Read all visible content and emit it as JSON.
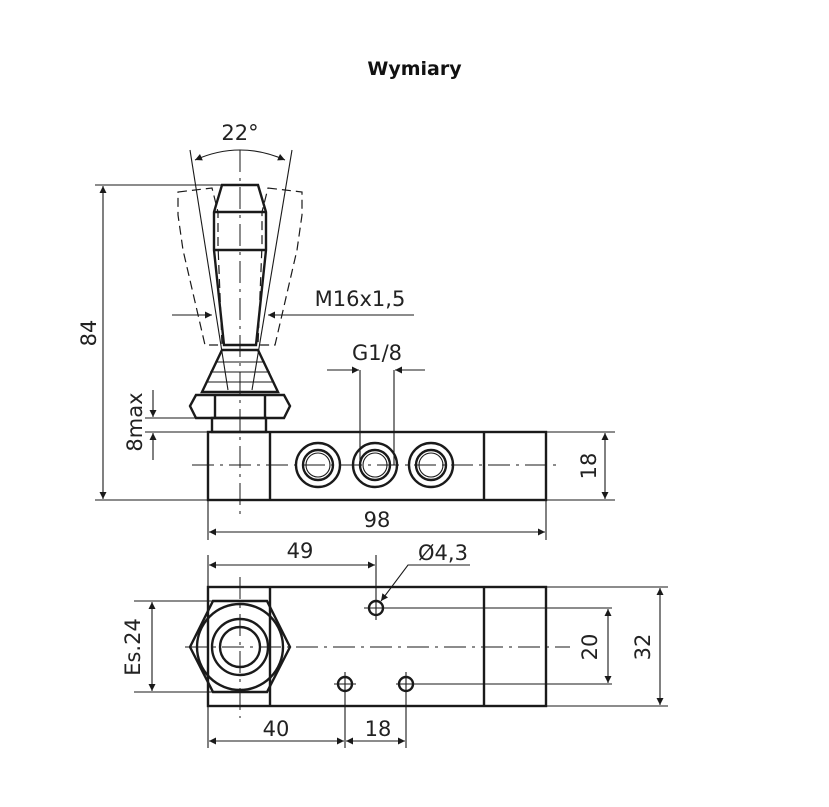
{
  "title": "Wymiary",
  "dimensions": {
    "angle": "22°",
    "height": "84",
    "thread": "M16x1,5",
    "port": "G1/8",
    "nut_gap": "8max",
    "block_height": "18",
    "length": "98",
    "hole_pos": "49",
    "hole_dia": "Ø4,3",
    "hex": "Es.24",
    "hole_spacing_v": "20",
    "width": "32",
    "offset": "40",
    "hole_spacing_h": "18"
  }
}
